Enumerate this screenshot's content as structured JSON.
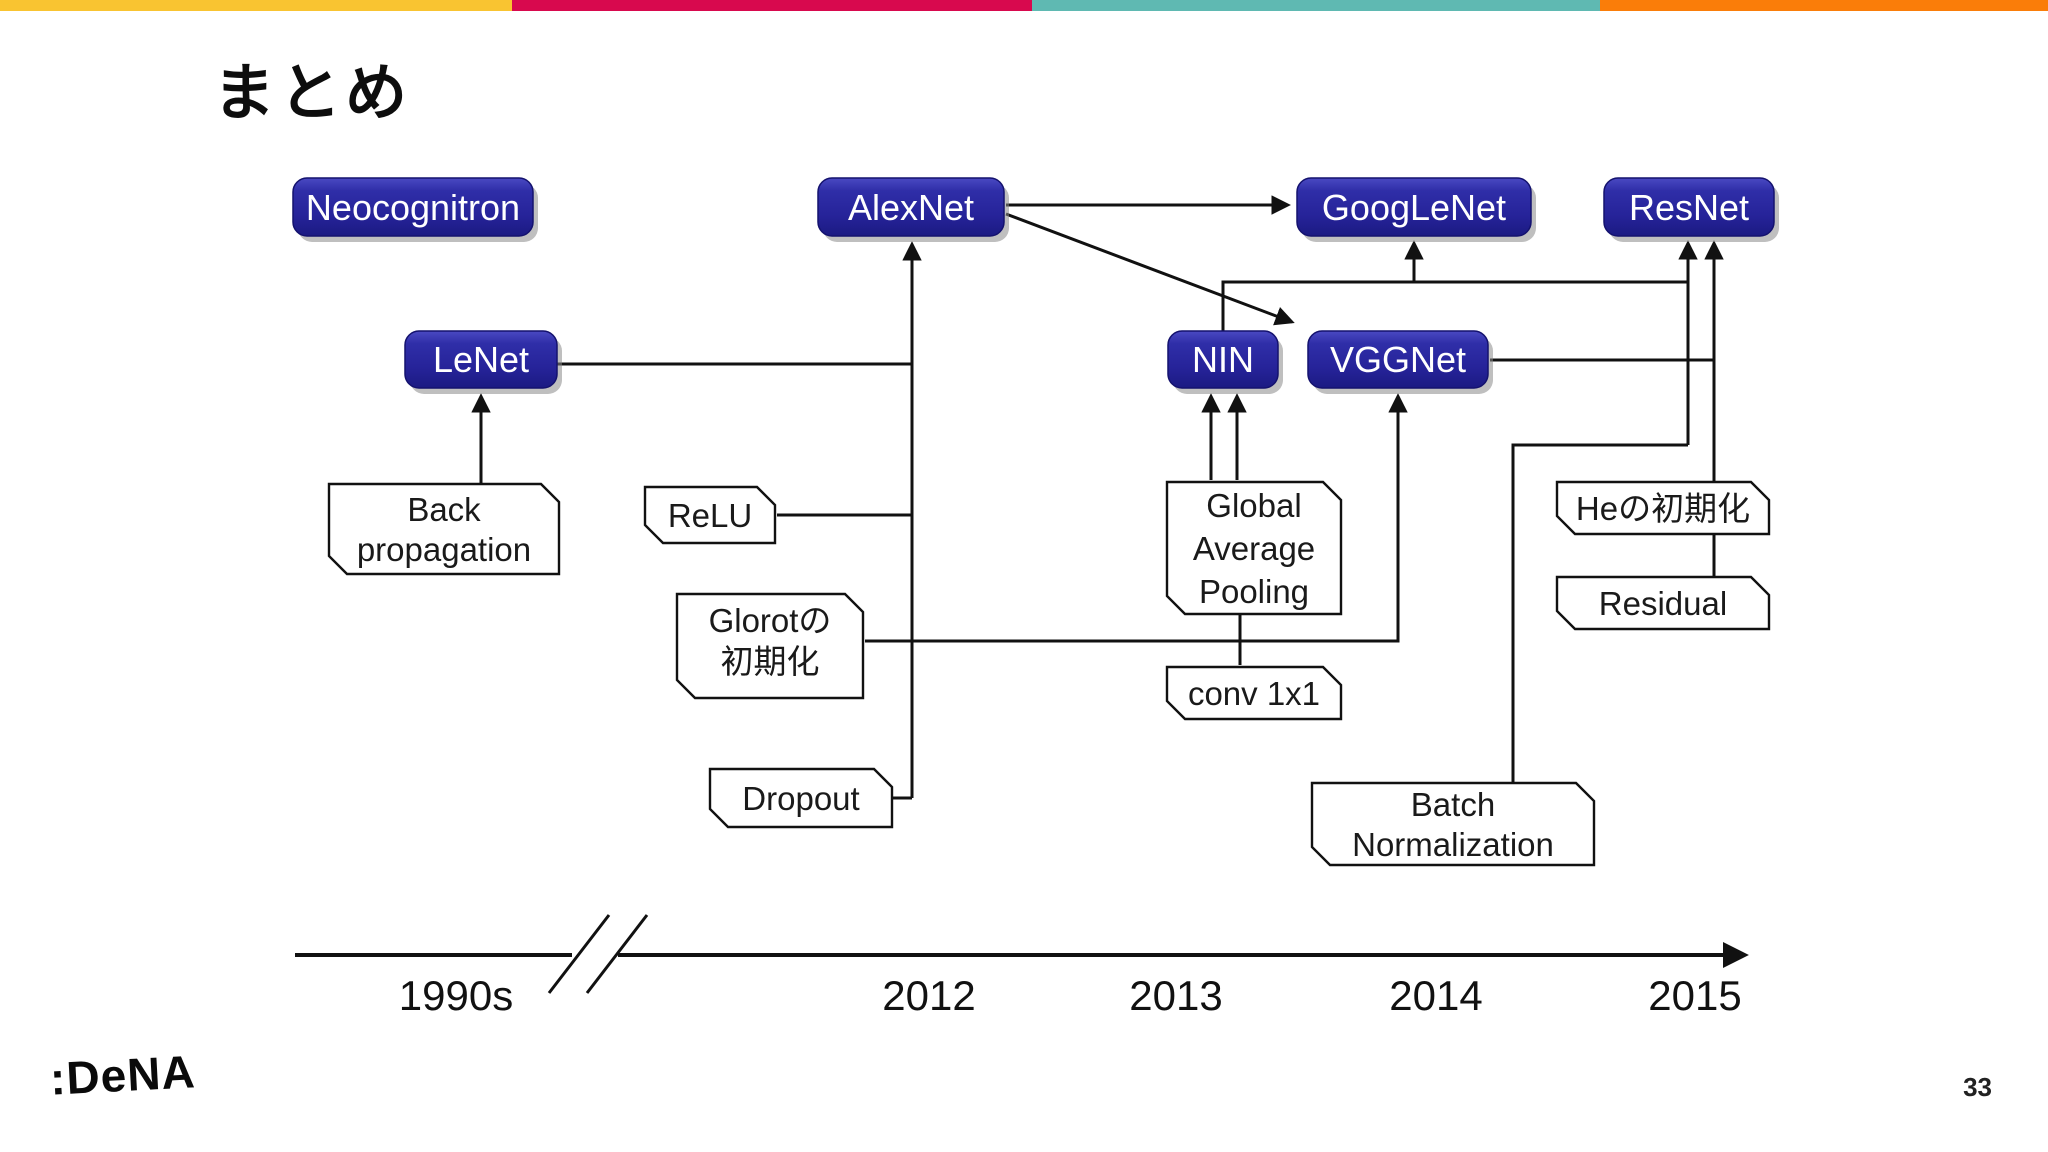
{
  "slide": {
    "title": "まとめ",
    "page_number": "33",
    "logo_text": ":DeNA"
  },
  "stripe_colors": [
    "#F9C431",
    "#D8094E",
    "#5FB9B2",
    "#FA7D09"
  ],
  "accent_colors": {
    "node_blue": "#29289E",
    "line_black": "#111111"
  },
  "diagram": {
    "nodes": [
      {
        "id": "neocognitron",
        "label": "Neocognitron"
      },
      {
        "id": "alexnet",
        "label": "AlexNet"
      },
      {
        "id": "googlenet",
        "label": "GoogLeNet"
      },
      {
        "id": "resnet",
        "label": "ResNet"
      },
      {
        "id": "lenet",
        "label": "LeNet"
      },
      {
        "id": "nin",
        "label": "NIN"
      },
      {
        "id": "vggnet",
        "label": "VGGNet"
      }
    ],
    "techniques": [
      {
        "id": "backprop",
        "lines": [
          "Back",
          "propagation"
        ]
      },
      {
        "id": "relu",
        "lines": [
          "ReLU"
        ]
      },
      {
        "id": "glorot",
        "lines": [
          "Glorotの",
          "初期化"
        ]
      },
      {
        "id": "dropout",
        "lines": [
          "Dropout"
        ]
      },
      {
        "id": "gap",
        "lines": [
          "Global",
          "Average",
          "Pooling"
        ]
      },
      {
        "id": "conv1x1",
        "lines": [
          "conv 1x1"
        ]
      },
      {
        "id": "he",
        "lines": [
          "Heの初期化"
        ]
      },
      {
        "id": "residual",
        "lines": [
          "Residual"
        ]
      },
      {
        "id": "batchnorm",
        "lines": [
          "Batch",
          "Normalization"
        ]
      }
    ],
    "edges": [
      {
        "from": "Back propagation",
        "to": "LeNet"
      },
      {
        "from": "LeNet",
        "to": "AlexNet"
      },
      {
        "from": "ReLU",
        "to": "AlexNet"
      },
      {
        "from": "Dropout",
        "to": "AlexNet"
      },
      {
        "from": "AlexNet",
        "to": "GoogLeNet"
      },
      {
        "from": "AlexNet",
        "to": "VGGNet"
      },
      {
        "from": "NIN",
        "to": "GoogLeNet"
      },
      {
        "from": "NIN",
        "to": "ResNet"
      },
      {
        "from": "Global Average Pooling",
        "to": "NIN"
      },
      {
        "from": "conv 1x1",
        "to": "Global Average Pooling"
      },
      {
        "from": "Glorotの初期化",
        "to": "VGGNet"
      },
      {
        "from": "VGGNet",
        "to": "ResNet"
      },
      {
        "from": "Batch Normalization",
        "to": "ResNet"
      },
      {
        "from": "Residual",
        "to": "ResNet"
      }
    ],
    "timeline": {
      "labels": [
        "1990s",
        "2012",
        "2013",
        "2014",
        "2015"
      ]
    }
  }
}
